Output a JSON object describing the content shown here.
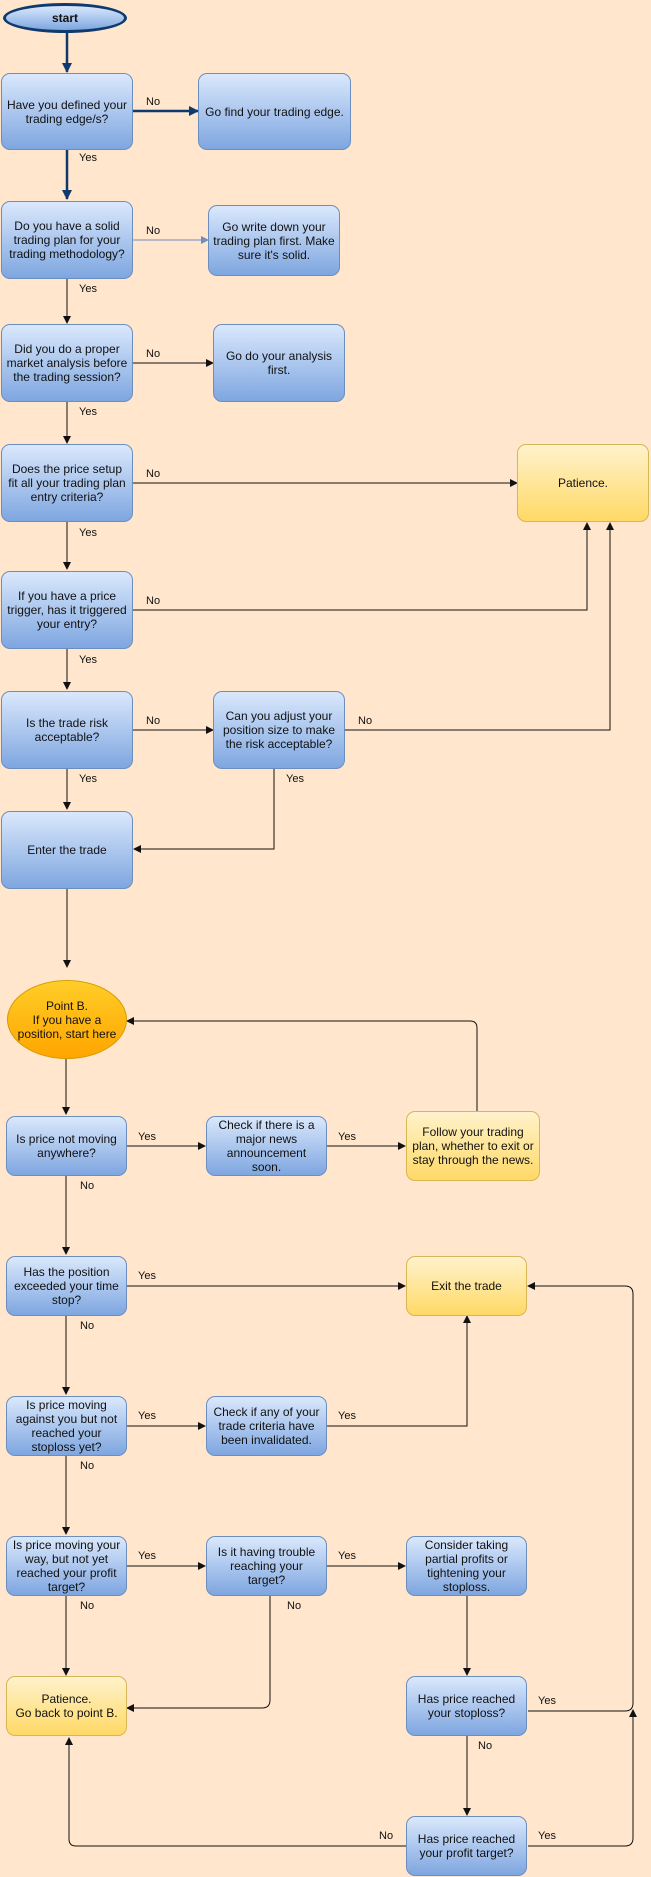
{
  "nodes": {
    "start": "start",
    "q_edge": "Have you defined your trading edge/s?",
    "a_find_edge": "Go find your trading edge.",
    "q_plan": "Do you have a solid trading plan for your trading methodology?",
    "a_write_plan": "Go write down your trading plan first. Make sure it's solid.",
    "q_analysis": "Did you do a proper market analysis before the trading session?",
    "a_analysis": "Go do your analysis first.",
    "q_setup": "Does the price setup fit all your trading plan entry criteria?",
    "patience": "Patience.",
    "q_trigger": "If you have a price trigger, has it triggered your entry?",
    "q_risk": "Is the trade risk acceptable?",
    "q_adjust": "Can you adjust your position size to make the risk acceptable?",
    "enter": "Enter the trade",
    "point_b": "Point B.\nIf you have a position, start here",
    "q_not_moving": "Is price not moving anywhere?",
    "check_news": "Check if there is a major news announcement soon.",
    "follow_plan": "Follow your trading plan, whether to exit or stay through the news.",
    "q_time_stop": "Has the position exceeded your time stop?",
    "exit": "Exit the trade",
    "q_against": "Is price moving against you but not reached your stoploss yet?",
    "check_criteria": "Check if any of your trade criteria have been invalidated.",
    "q_your_way": "Is price moving your way, but not yet reached your profit target?",
    "q_trouble": "Is it having trouble reaching your target?",
    "consider_partial": "Consider taking partial profits or tightening your stoploss.",
    "patience_b": "Patience.\nGo back to point B.",
    "q_stoploss": "Has price reached your stoploss?",
    "q_profit": "Has price reached your profit target?"
  },
  "labels": {
    "yes": "Yes",
    "no": "No"
  },
  "colors": {
    "background": "#ffe6cc",
    "blue_fill_top": "#dae8fc",
    "blue_fill_bottom": "#7ea6e0",
    "blue_border": "#6c8ebf",
    "yellow_fill_top": "#fff2cc",
    "yellow_fill_bottom": "#ffd966",
    "orange_fill": "#ffa500",
    "dark_arrow": "#0e3a6e",
    "arrow": "#111111"
  }
}
